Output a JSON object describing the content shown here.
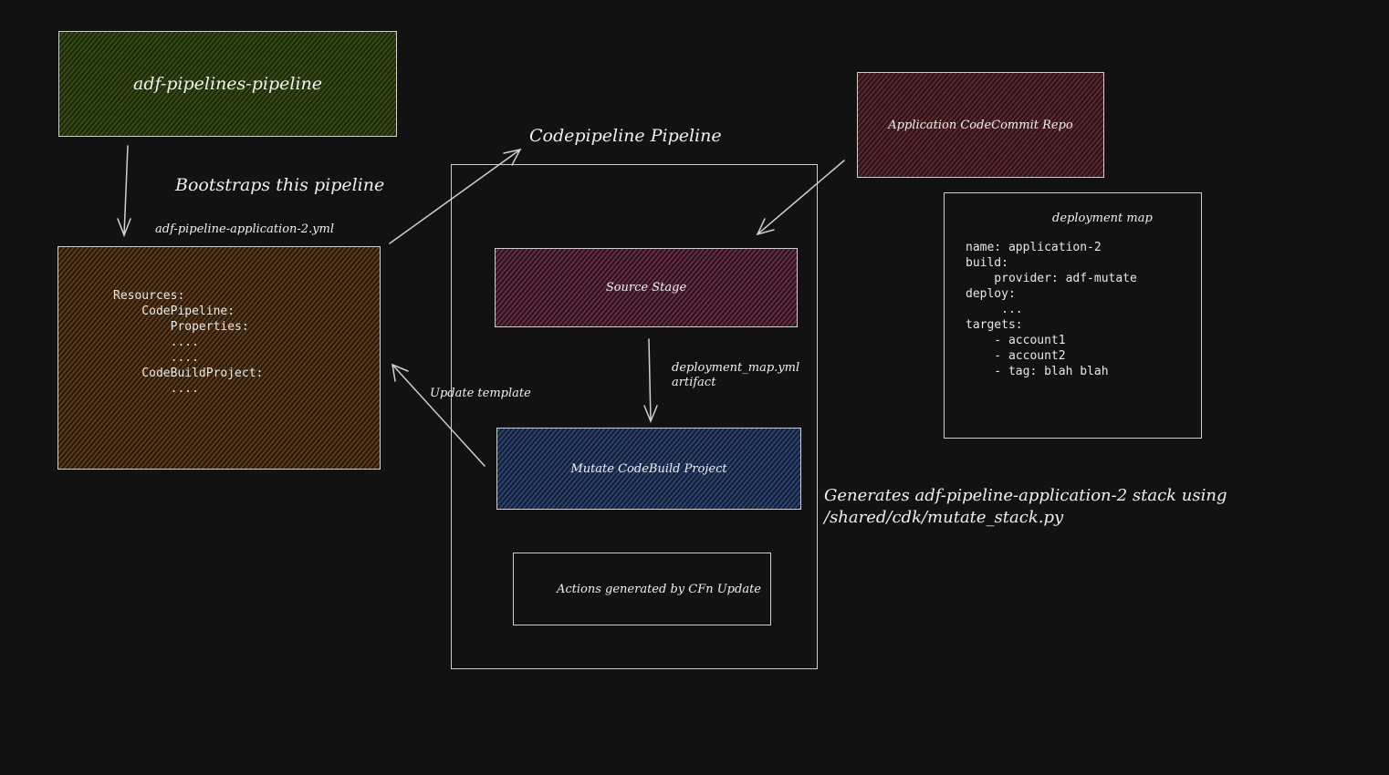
{
  "nodes": {
    "bootstrap_pipeline": "adf-pipelines-pipeline",
    "template_file": "adf-pipeline-application-2.yml",
    "template_code": [
      "Resources:",
      "    CodePipeline:",
      "        Properties:",
      "        ....",
      "        ....",
      "    CodeBuildProject:",
      "        ...."
    ],
    "codepipeline_title": "Codepipeline Pipeline",
    "source_stage": "Source Stage",
    "mutate_project": "Mutate CodeBuild Project",
    "actions_box": "Actions generated by CFn Update",
    "app_repo": "Application CodeCommit Repo",
    "deployment_map_title": "deployment map",
    "deployment_map_code": [
      "name: application-2",
      "build:",
      "    provider: adf-mutate",
      "deploy:",
      "     ...",
      "targets:",
      "    - account1",
      "    - account2",
      "    - tag: blah blah"
    ]
  },
  "labels": {
    "bootstraps": "Bootstraps this pipeline",
    "artifact_line1": "deployment_map.yml",
    "artifact_line2": "artifact",
    "update_template": "Update template",
    "generates_line1": "Generates adf-pipeline-application-2 stack using",
    "generates_line2": "/shared/cdk/mutate_stack.py"
  }
}
